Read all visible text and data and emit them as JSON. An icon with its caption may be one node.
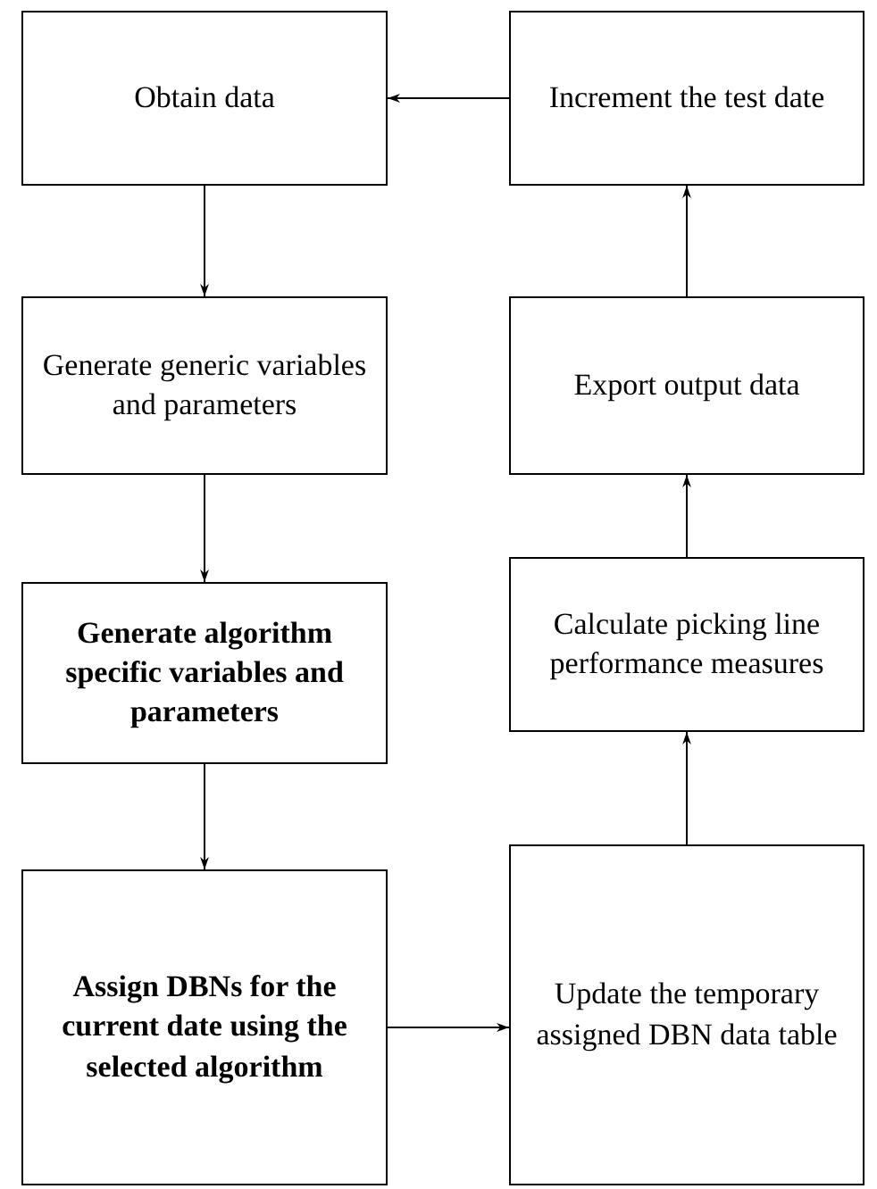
{
  "diagram": {
    "nodes": [
      {
        "text": [
          "Obtain data"
        ]
      },
      {
        "text": [
          "Generate generic variables and parameters"
        ]
      },
      {
        "text": [
          "Generate algorithm specific variables and parameters"
        ]
      },
      {
        "text": [
          "Assign DBNs for the current date using the selected algorithm"
        ]
      },
      {
        "text": [
          "Update the temporary assigned DBN data table"
        ]
      },
      {
        "text": [
          "Calculate picking line performance measures"
        ]
      },
      {
        "text": [
          "Export output data"
        ]
      },
      {
        "text": [
          "Increment the test date"
        ]
      }
    ],
    "edges": [
      {
        "from": 0,
        "to": 1,
        "arrow": "to"
      },
      {
        "from": 1,
        "to": 2,
        "arrow": "to"
      },
      {
        "from": 2,
        "to": 3,
        "arrow": "to"
      },
      {
        "from": 3,
        "to": 4,
        "arrow": "to"
      },
      {
        "from": 4,
        "to": 5,
        "arrow": "to"
      },
      {
        "from": 5,
        "to": 6,
        "arrow": "to"
      },
      {
        "from": 6,
        "to": 7,
        "arrow": "to"
      },
      {
        "from": 7,
        "to": 0,
        "arrow": "to"
      }
    ]
  }
}
